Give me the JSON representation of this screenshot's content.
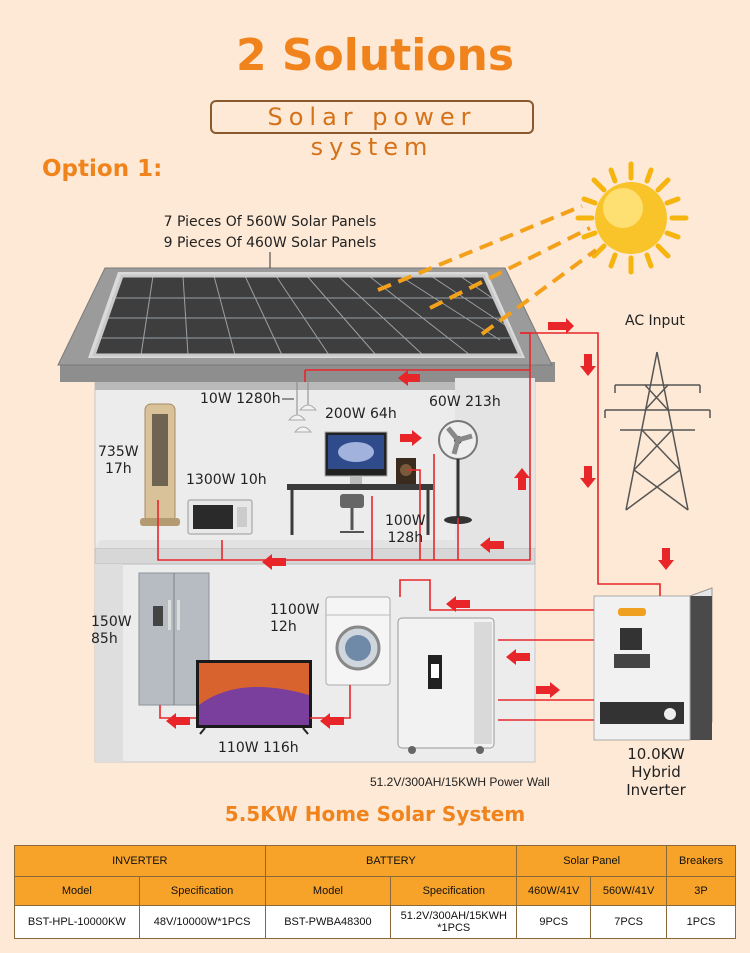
{
  "header": {
    "title": "2 Solutions",
    "subtitle": "Solar power system",
    "option": "Option 1:"
  },
  "labels": {
    "panels_line1": "7 Pieces Of 560W Solar Panels",
    "panels_line2": "9 Pieces Of 460W Solar Panels",
    "ac_input": "AC Input",
    "lamp": "10W 1280h",
    "computer": "200W 64h",
    "fan": "60W 213h",
    "tower_fan_w": "735W",
    "tower_fan_h": "17h",
    "microwave": "1300W 10h",
    "speaker_w": "100W",
    "speaker_h": "128h",
    "fridge_w": "150W",
    "fridge_h": "85h",
    "washer_w": "1100W",
    "washer_h": "12h",
    "tv": "110W 116h",
    "power_wall": "51.2V/300AH/15KWH Power Wall",
    "inverter_line1": "10.0KW",
    "inverter_line2": "Hybrid Inverter"
  },
  "system_title": "5.5KW Home Solar System",
  "table": {
    "groups": {
      "inverter": "INVERTER",
      "battery": "BATTERY",
      "solar_panel": "Solar Panel",
      "breakers": "Breakers"
    },
    "columns": [
      "Model",
      "Specification",
      "Model",
      "Specification",
      "460W/41V",
      "560W/41V",
      "3P"
    ],
    "row": [
      "BST-HPL-10000KW",
      "48V/10000W*1PCS",
      "BST-PWBA48300",
      "51.2V/300AH/15KWH *1PCS",
      "9PCS",
      "7PCS",
      "1PCS"
    ]
  },
  "colors": {
    "accent": "#f0831c",
    "table_header": "#f7a329",
    "wire": "#e8262a",
    "background": "#fde9d5"
  }
}
